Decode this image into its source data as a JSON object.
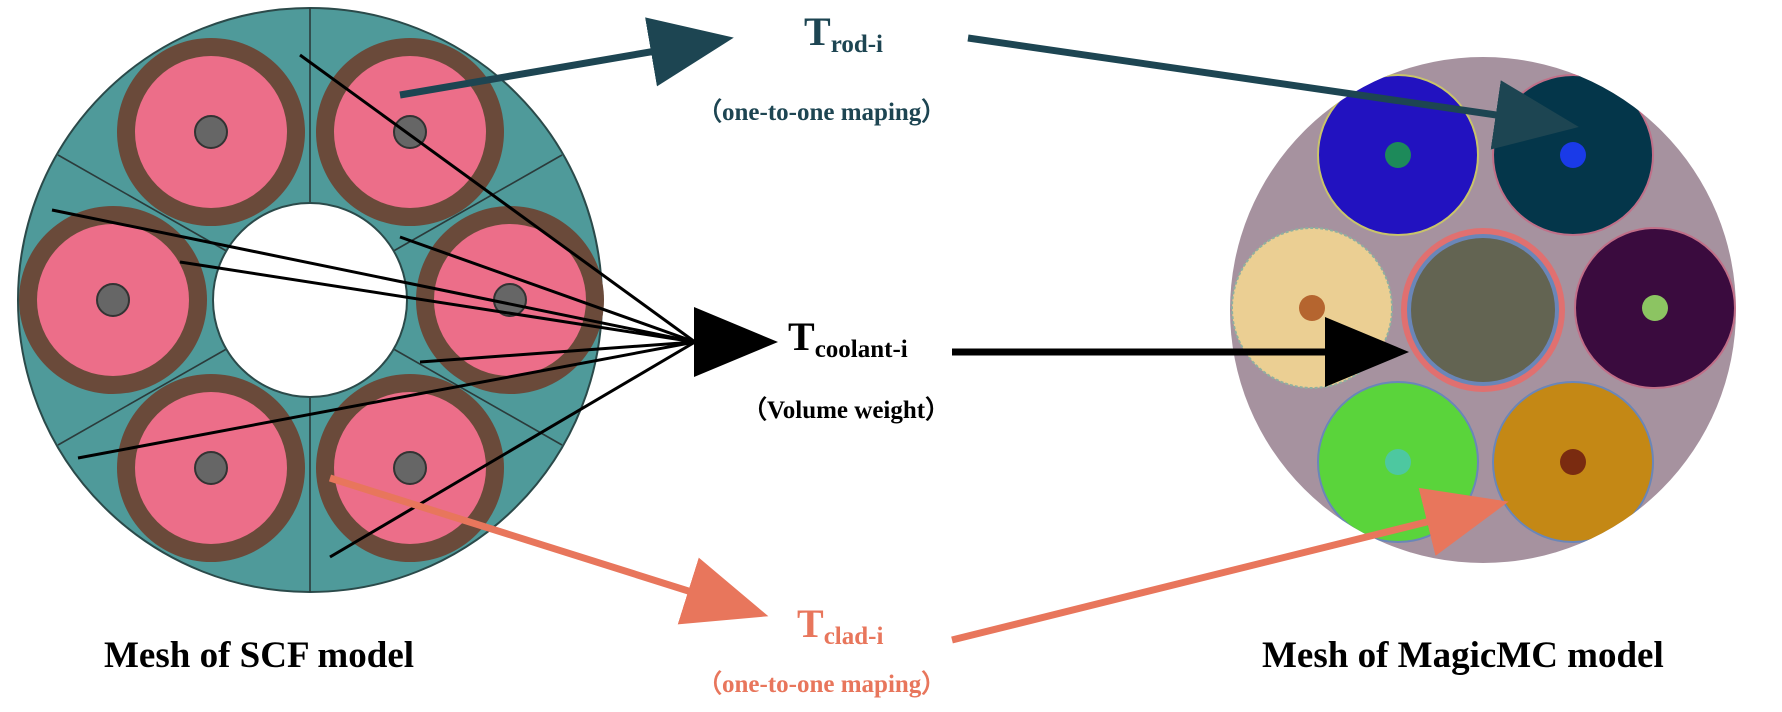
{
  "left_caption": "Mesh of SCF model",
  "right_caption": "Mesh of MagicMC model",
  "labels": {
    "rod": {
      "main": "T",
      "sub": "rod-i",
      "note": "（one-to-one maping）"
    },
    "coolant": {
      "main": "T",
      "sub": "coolant-i",
      "note": "（Volume weight）"
    },
    "clad": {
      "main": "T",
      "sub": "clad-i",
      "note": "（one-to-one maping）"
    }
  },
  "colors": {
    "rod_arrow": "#1d4552",
    "coolant_arrow": "#000000",
    "clad_arrow": "#e8765c",
    "scf_background": "#4f9a9a",
    "scf_fuel": "#ec6e89",
    "scf_clad": "#6a4a3a",
    "scf_pin": "#666666",
    "magicmc_background": "#a6929f",
    "magicmc_pins": [
      {
        "fill": "#2212c0",
        "dot": "#1d8a5a"
      },
      {
        "fill": "#04364a",
        "dot": "#1a3ae8"
      },
      {
        "fill": "#ebcf93",
        "dot": "#b5652f"
      },
      {
        "fill": "#636452",
        "dot": ""
      },
      {
        "fill": "#3a0b3e",
        "dot": "#8cc462"
      },
      {
        "fill": "#5ad43b",
        "dot": "#4dc8a0"
      },
      {
        "fill": "#c48815",
        "dot": "#7a2b10"
      }
    ]
  }
}
